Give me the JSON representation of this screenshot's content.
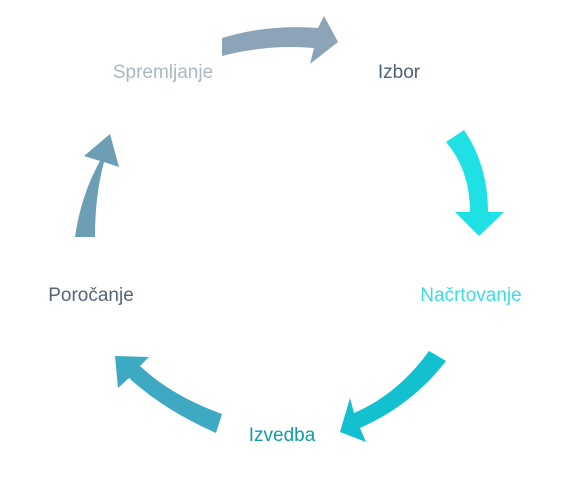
{
  "diagram": {
    "stages": [
      {
        "label": "Izbor",
        "color": "#4E6279"
      },
      {
        "label": "Načrtovanje",
        "color": "#38DDE8"
      },
      {
        "label": "Izvedba",
        "color": "#0E9EA6"
      },
      {
        "label": "Poročanje",
        "color": "#556577"
      },
      {
        "label": "Spremljanje",
        "color": "#A9B8C4"
      }
    ],
    "arrows": [
      {
        "from": "Spremljanje",
        "to": "Izbor",
        "color": "#8CA3B8"
      },
      {
        "from": "Izbor",
        "to": "Načrtovanje",
        "color": "#1FE0E4"
      },
      {
        "from": "Načrtovanje",
        "to": "Izvedba",
        "color": "#12C0D0"
      },
      {
        "from": "Izvedba",
        "to": "Poročanje",
        "color": "#3DA9C2"
      },
      {
        "from": "Poročanje",
        "to": "Spremljanje",
        "color": "#6C9EB6"
      }
    ]
  }
}
